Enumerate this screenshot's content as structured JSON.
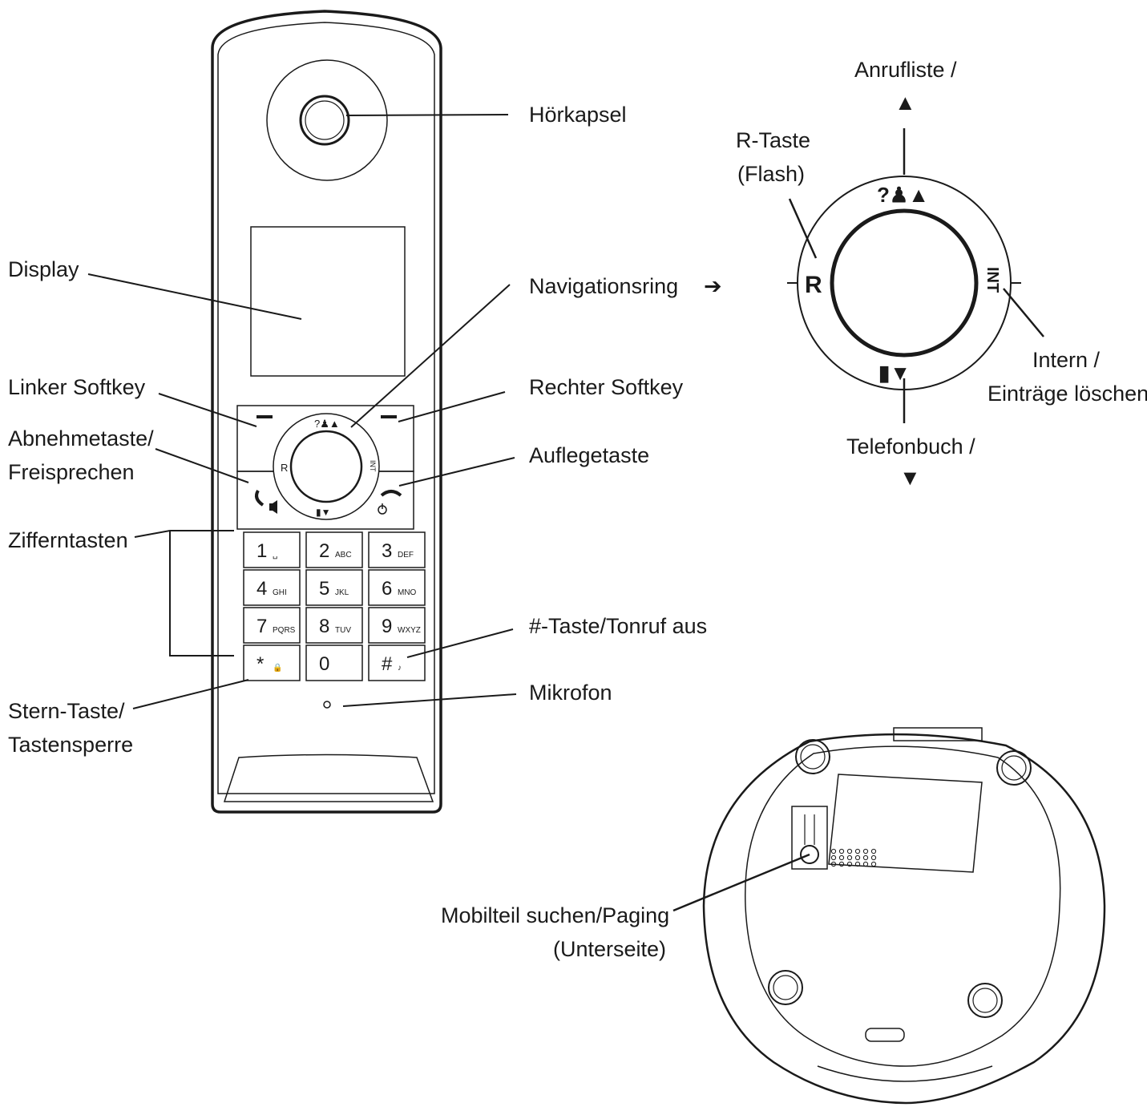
{
  "labels": {
    "hoerkapsel": "Hörkapsel",
    "display": "Display",
    "navigationsring": "Navigationsring",
    "arrow": "➔",
    "linker_softkey": "Linker Softkey",
    "rechter_softkey": "Rechter Softkey",
    "abnehmetaste_1": "Abnehmetaste/",
    "abnehmetaste_2": "Freisprechen",
    "auflegetaste": "Auflegetaste",
    "zifferntasten": "Zifferntasten",
    "hash_taste": "#-Taste/Tonruf aus",
    "stern_taste_1": "Stern-Taste/",
    "stern_taste_2": "Tastensperre",
    "mikrofon": "Mikrofon",
    "mobilteil_1": "Mobilteil suchen/Paging",
    "mobilteil_2": "(Unterseite)"
  },
  "ring": {
    "anrufliste": "Anrufliste /",
    "up_arrow": "▲",
    "r_taste_1": "R-Taste",
    "r_taste_2": "(Flash)",
    "r_key": "R",
    "int_key": "INT",
    "intern_1": "Intern /",
    "intern_2": "Einträge löschen",
    "telefonbuch": "Telefonbuch /",
    "down_arrow": "▼",
    "top_glyph": "?♟▲",
    "bottom_glyph": "▮▼"
  },
  "keypad": {
    "keys": [
      {
        "digit": "1",
        "sub": "␣"
      },
      {
        "digit": "2",
        "sub": "ABC"
      },
      {
        "digit": "3",
        "sub": "DEF"
      },
      {
        "digit": "4",
        "sub": "GHI"
      },
      {
        "digit": "5",
        "sub": "JKL"
      },
      {
        "digit": "6",
        "sub": "MNO"
      },
      {
        "digit": "7",
        "sub": "PQRS"
      },
      {
        "digit": "8",
        "sub": "TUV"
      },
      {
        "digit": "9",
        "sub": "WXYZ"
      },
      {
        "digit": "*",
        "sub": "🔒"
      },
      {
        "digit": "0",
        "sub": ""
      },
      {
        "digit": "#",
        "sub": "♪"
      }
    ],
    "mini_r": "R",
    "mini_int": "INT"
  }
}
